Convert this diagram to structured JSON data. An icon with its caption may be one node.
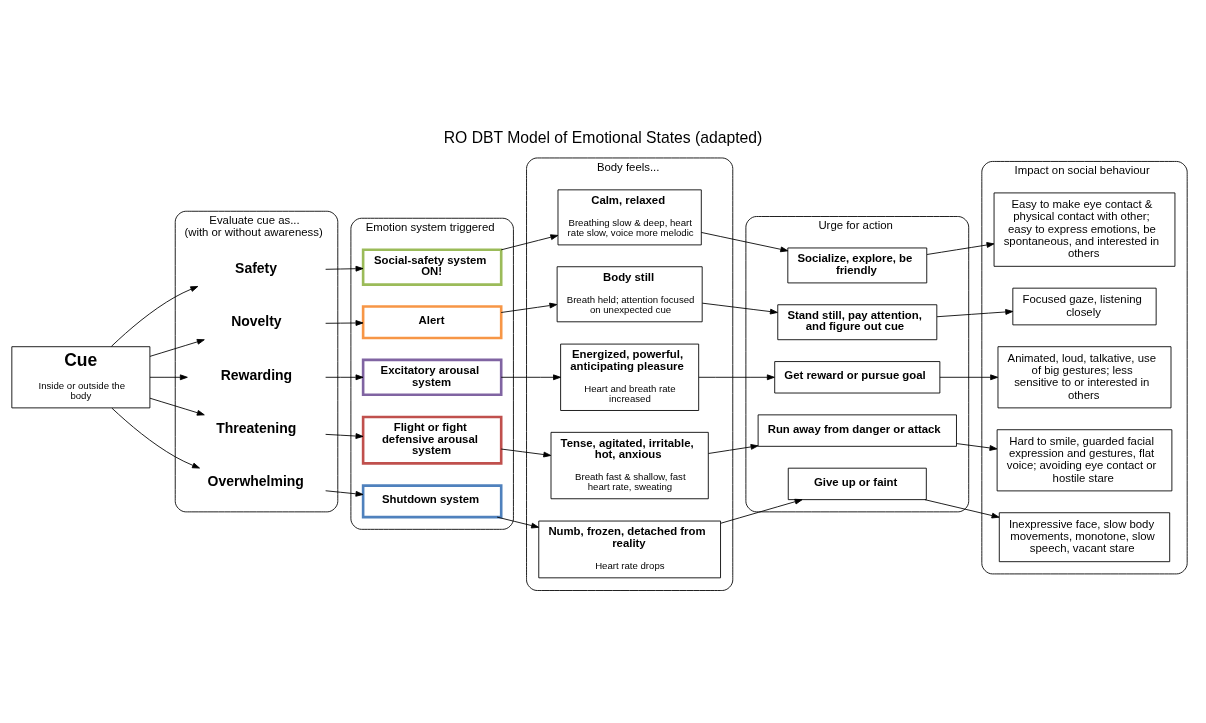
{
  "diagram": {
    "title": "RO DBT Model of Emotional States (adapted)",
    "nodes": [
      {
        "text": [
          "Cue",
          "Inside or outside the body"
        ]
      },
      {
        "text": [
          "Evaluate cue as...",
          "(with or without awareness)"
        ]
      },
      {
        "text": [
          "Safety"
        ],
        "in": 1
      },
      {
        "text": [
          "Novelty"
        ],
        "in": 1
      },
      {
        "text": [
          "Rewarding"
        ],
        "in": 1
      },
      {
        "text": [
          "Threatening"
        ],
        "in": 1
      },
      {
        "text": [
          "Overwhelming"
        ],
        "in": 1
      },
      {
        "text": [
          "Emotion system triggered"
        ]
      },
      {
        "text": [
          "Social-safety system ON!"
        ],
        "in": 7
      },
      {
        "text": [
          "Alert"
        ],
        "in": 7
      },
      {
        "text": [
          "Excitatory arousal system"
        ],
        "in": 7
      },
      {
        "text": [
          "Flight or fight defensive arousal system"
        ],
        "in": 7
      },
      {
        "text": [
          "Shutdown system"
        ],
        "in": 7
      },
      {
        "text": [
          "Body feels..."
        ]
      },
      {
        "text": [
          "Calm, relaxed",
          "Breathing slow & deep, heart rate slow, voice more melodic"
        ],
        "in": 13
      },
      {
        "text": [
          "Body still",
          "Breath held; attention focused on unexpected cue"
        ],
        "in": 13
      },
      {
        "text": [
          "Energized, powerful, anticipating pleasure",
          "Heart and breath rate increased"
        ],
        "in": 13
      },
      {
        "text": [
          "Tense, agitated, irritable, hot, anxious",
          "Breath fast & shallow, fast heart rate, sweating"
        ],
        "in": 13
      },
      {
        "text": [
          "Numb, frozen, detached from reality",
          "Heart rate drops"
        ],
        "in": 13
      },
      {
        "text": [
          "Urge for action"
        ]
      },
      {
        "text": [
          "Socialize, explore, be friendly"
        ],
        "in": 19
      },
      {
        "text": [
          "Stand still, pay attention, and figure out cue"
        ],
        "in": 19
      },
      {
        "text": [
          "Get reward or pursue goal"
        ],
        "in": 19
      },
      {
        "text": [
          "Run away from danger or attack"
        ],
        "in": 19
      },
      {
        "text": [
          "Give up or faint"
        ],
        "in": 19
      },
      {
        "text": [
          "Impact on social behaviour"
        ]
      },
      {
        "text": [
          "Easy to make eye contact & physical contact with other; easy to express emotions, be spontaneous, and interested in others"
        ],
        "in": 25
      },
      {
        "text": [
          "Focused gaze, listening closely"
        ],
        "in": 25
      },
      {
        "text": [
          "Animated, loud, talkative, use of big gestures; less sensitive to or interested in others"
        ],
        "in": 25
      },
      {
        "text": [
          "Hard to smile, guarded facial expression and gestures, flat voice; avoiding eye contact or hostile stare"
        ],
        "in": 25
      },
      {
        "text": [
          "Inexpressive face, slow body movements, monotone, slow speech, vacant stare"
        ],
        "in": 25
      }
    ],
    "edges": [
      {
        "from": 0,
        "to": 2,
        "arrow": "to"
      },
      {
        "from": 0,
        "to": 3,
        "arrow": "to"
      },
      {
        "from": 0,
        "to": 4,
        "arrow": "to"
      },
      {
        "from": 0,
        "to": 5,
        "arrow": "to"
      },
      {
        "from": 0,
        "to": 6,
        "arrow": "to"
      },
      {
        "from": 2,
        "to": 8,
        "arrow": "to"
      },
      {
        "from": 3,
        "to": 9,
        "arrow": "to"
      },
      {
        "from": 4,
        "to": 10,
        "arrow": "to"
      },
      {
        "from": 5,
        "to": 11,
        "arrow": "to"
      },
      {
        "from": 6,
        "to": 12,
        "arrow": "to"
      },
      {
        "from": 8,
        "to": 14,
        "arrow": "to"
      },
      {
        "from": 9,
        "to": 15,
        "arrow": "to"
      },
      {
        "from": 10,
        "to": 16,
        "arrow": "to"
      },
      {
        "from": 11,
        "to": 17,
        "arrow": "to"
      },
      {
        "from": 12,
        "to": 18,
        "arrow": "to"
      },
      {
        "from": 14,
        "to": 20,
        "arrow": "to"
      },
      {
        "from": 15,
        "to": 21,
        "arrow": "to"
      },
      {
        "from": 16,
        "to": 22,
        "arrow": "to"
      },
      {
        "from": 17,
        "to": 23,
        "arrow": "to"
      },
      {
        "from": 18,
        "to": 24,
        "arrow": "to"
      },
      {
        "from": 20,
        "to": 26,
        "arrow": "to"
      },
      {
        "from": 21,
        "to": 27,
        "arrow": "to"
      },
      {
        "from": 22,
        "to": 28,
        "arrow": "to"
      },
      {
        "from": 23,
        "to": 29,
        "arrow": "to"
      },
      {
        "from": 24,
        "to": 30,
        "arrow": "to"
      }
    ]
  }
}
